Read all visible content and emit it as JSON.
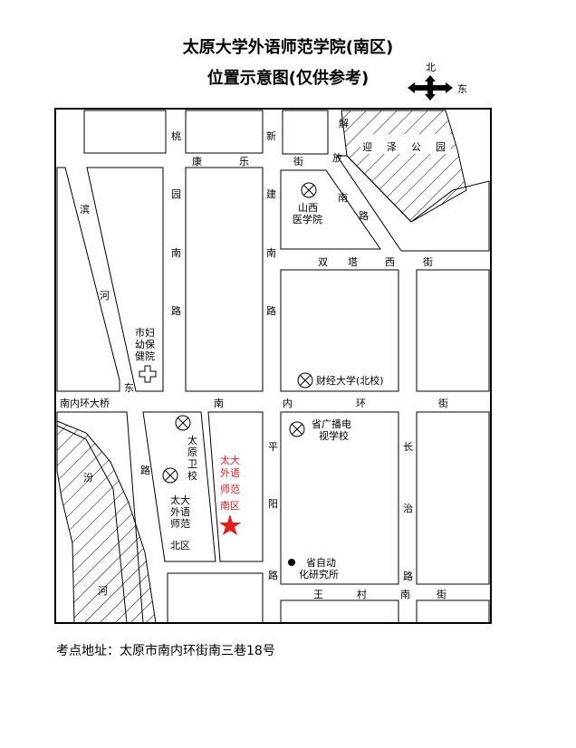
{
  "header": {
    "title_line1": "太原大学外语师范学院(南区)",
    "title_line2": "位置示意图(仅供参考)"
  },
  "compass": {
    "north": "北",
    "east": "东"
  },
  "streets": {
    "tao": "桃",
    "xin": "新",
    "jie": "解",
    "fang": "放",
    "nan_fangnan": "南",
    "lu_fanglu": "路",
    "kangle": [
      "康",
      "乐",
      "街"
    ],
    "yingze_park": [
      "迎",
      "泽",
      "公",
      "园"
    ],
    "yuan_nan_lu": [
      "园",
      "南",
      "路"
    ],
    "jian_nan_lu": [
      "建",
      "南",
      "路"
    ],
    "shuangta": [
      "双",
      "塔",
      "西",
      "街"
    ],
    "binhe_east": [
      "滨",
      "河",
      "东"
    ],
    "nanneihuan_bridge": "南内环大桥",
    "nanneihuan_street": [
      "南",
      "内",
      "环",
      "街"
    ],
    "lu_west": "路",
    "fen": "汾",
    "he_river": "河",
    "pingyang": [
      "平",
      "阳",
      "路"
    ],
    "changzhi": [
      "长",
      "治",
      "路"
    ],
    "wangcun_nan": [
      "王",
      "村",
      "南",
      "街"
    ]
  },
  "places": {
    "shanxi_medical": [
      "山西",
      "医学院"
    ],
    "maternal": [
      "市妇",
      "幼保",
      "健院"
    ],
    "caijing": "财经大学(北校)",
    "broadcast": [
      "省广播电",
      "视学校"
    ],
    "taiyuan_health": [
      "太",
      "原",
      "卫",
      "校"
    ],
    "taida_north": [
      "太大",
      "外语",
      "师范",
      "北区"
    ],
    "taida_south": [
      "太大",
      "外语",
      "师范",
      "南区"
    ],
    "automation": [
      "省自动",
      "化研究所"
    ]
  },
  "footer": {
    "address": "考点地址：太原市南内环街南三巷18号"
  }
}
